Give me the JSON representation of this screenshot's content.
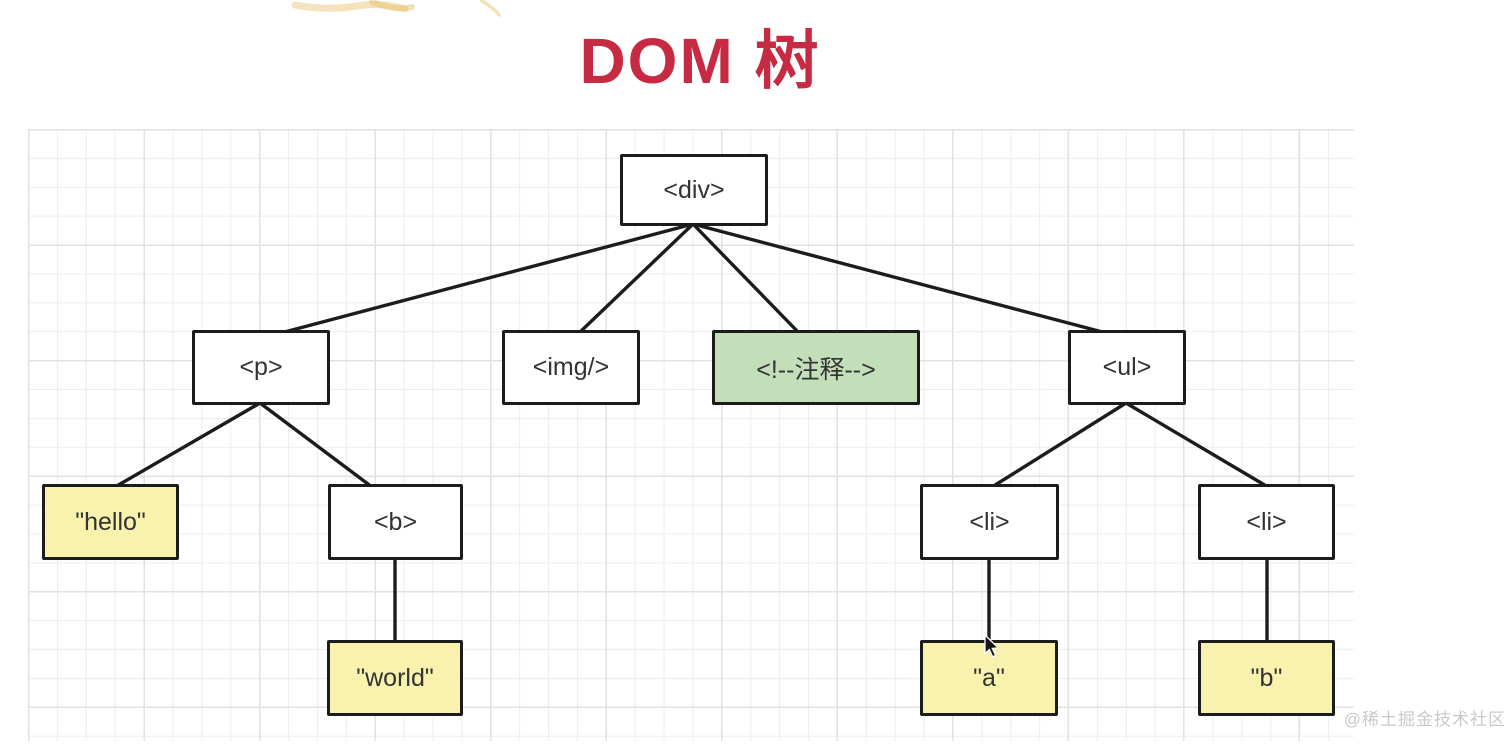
{
  "title": "DOM 树",
  "watermark": "@稀土掘金技术社区",
  "colors": {
    "title_color": "#c62b43",
    "element_fill": "#ffffff",
    "text_fill": "#f8f2ae",
    "comment_fill": "#c2dfba",
    "border_color": "#1c1c1c",
    "edge_color": "#1c1c1c",
    "grid_line": "#ededed",
    "grid_major": "#e2e2e2",
    "watermark_color": "#c9c9c9"
  },
  "nodes": {
    "div": {
      "label": "<div>",
      "kind": "element"
    },
    "p": {
      "label": "<p>",
      "kind": "element"
    },
    "img": {
      "label": "<img/>",
      "kind": "element"
    },
    "comment": {
      "label": "<!--注释-->",
      "kind": "comment"
    },
    "ul": {
      "label": "<ul>",
      "kind": "element"
    },
    "hello": {
      "label": "\"hello\"",
      "kind": "text"
    },
    "b": {
      "label": "<b>",
      "kind": "element"
    },
    "li1": {
      "label": "<li>",
      "kind": "element"
    },
    "li2": {
      "label": "<li>",
      "kind": "element"
    },
    "world": {
      "label": "\"world\"",
      "kind": "text"
    },
    "a": {
      "label": "\"a\"",
      "kind": "text"
    },
    "b_text": {
      "label": "\"b\"",
      "kind": "text"
    }
  },
  "edges": [
    [
      "div",
      "p"
    ],
    [
      "div",
      "img"
    ],
    [
      "div",
      "comment"
    ],
    [
      "div",
      "ul"
    ],
    [
      "p",
      "hello"
    ],
    [
      "p",
      "b"
    ],
    [
      "b",
      "world"
    ],
    [
      "ul",
      "li1"
    ],
    [
      "ul",
      "li2"
    ],
    [
      "li1",
      "a"
    ],
    [
      "li2",
      "b_text"
    ]
  ]
}
